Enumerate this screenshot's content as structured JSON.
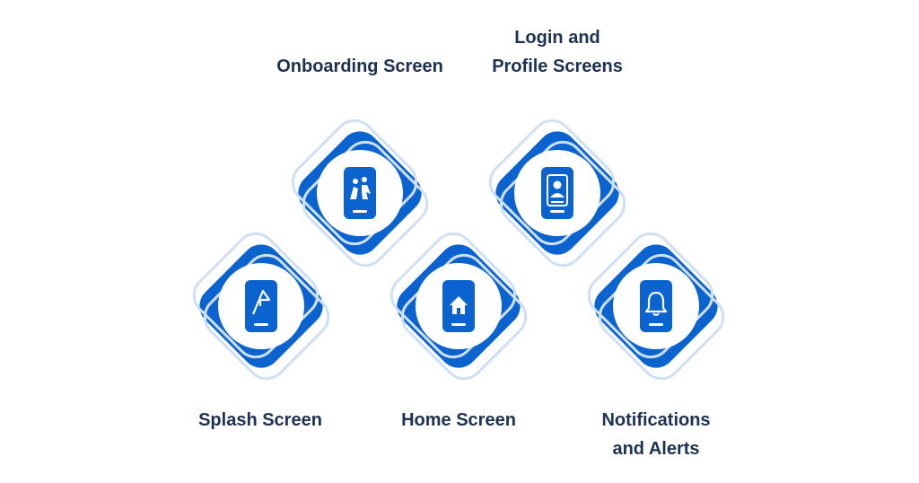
{
  "colors": {
    "accent": "#0a63cf",
    "text": "#1d3152",
    "border": "#cfe0f5"
  },
  "steps": [
    {
      "label": "Splash Screen",
      "icon": "splash-logo-icon"
    },
    {
      "label": "Onboarding Screen",
      "icon": "onboarding-people-icon"
    },
    {
      "label": "Home Screen",
      "icon": "home-icon"
    },
    {
      "label": "Login and",
      "label2": "Profile Screens",
      "icon": "profile-card-icon"
    },
    {
      "label": "Notifications",
      "label2": "and Alerts",
      "icon": "bell-icon"
    }
  ]
}
